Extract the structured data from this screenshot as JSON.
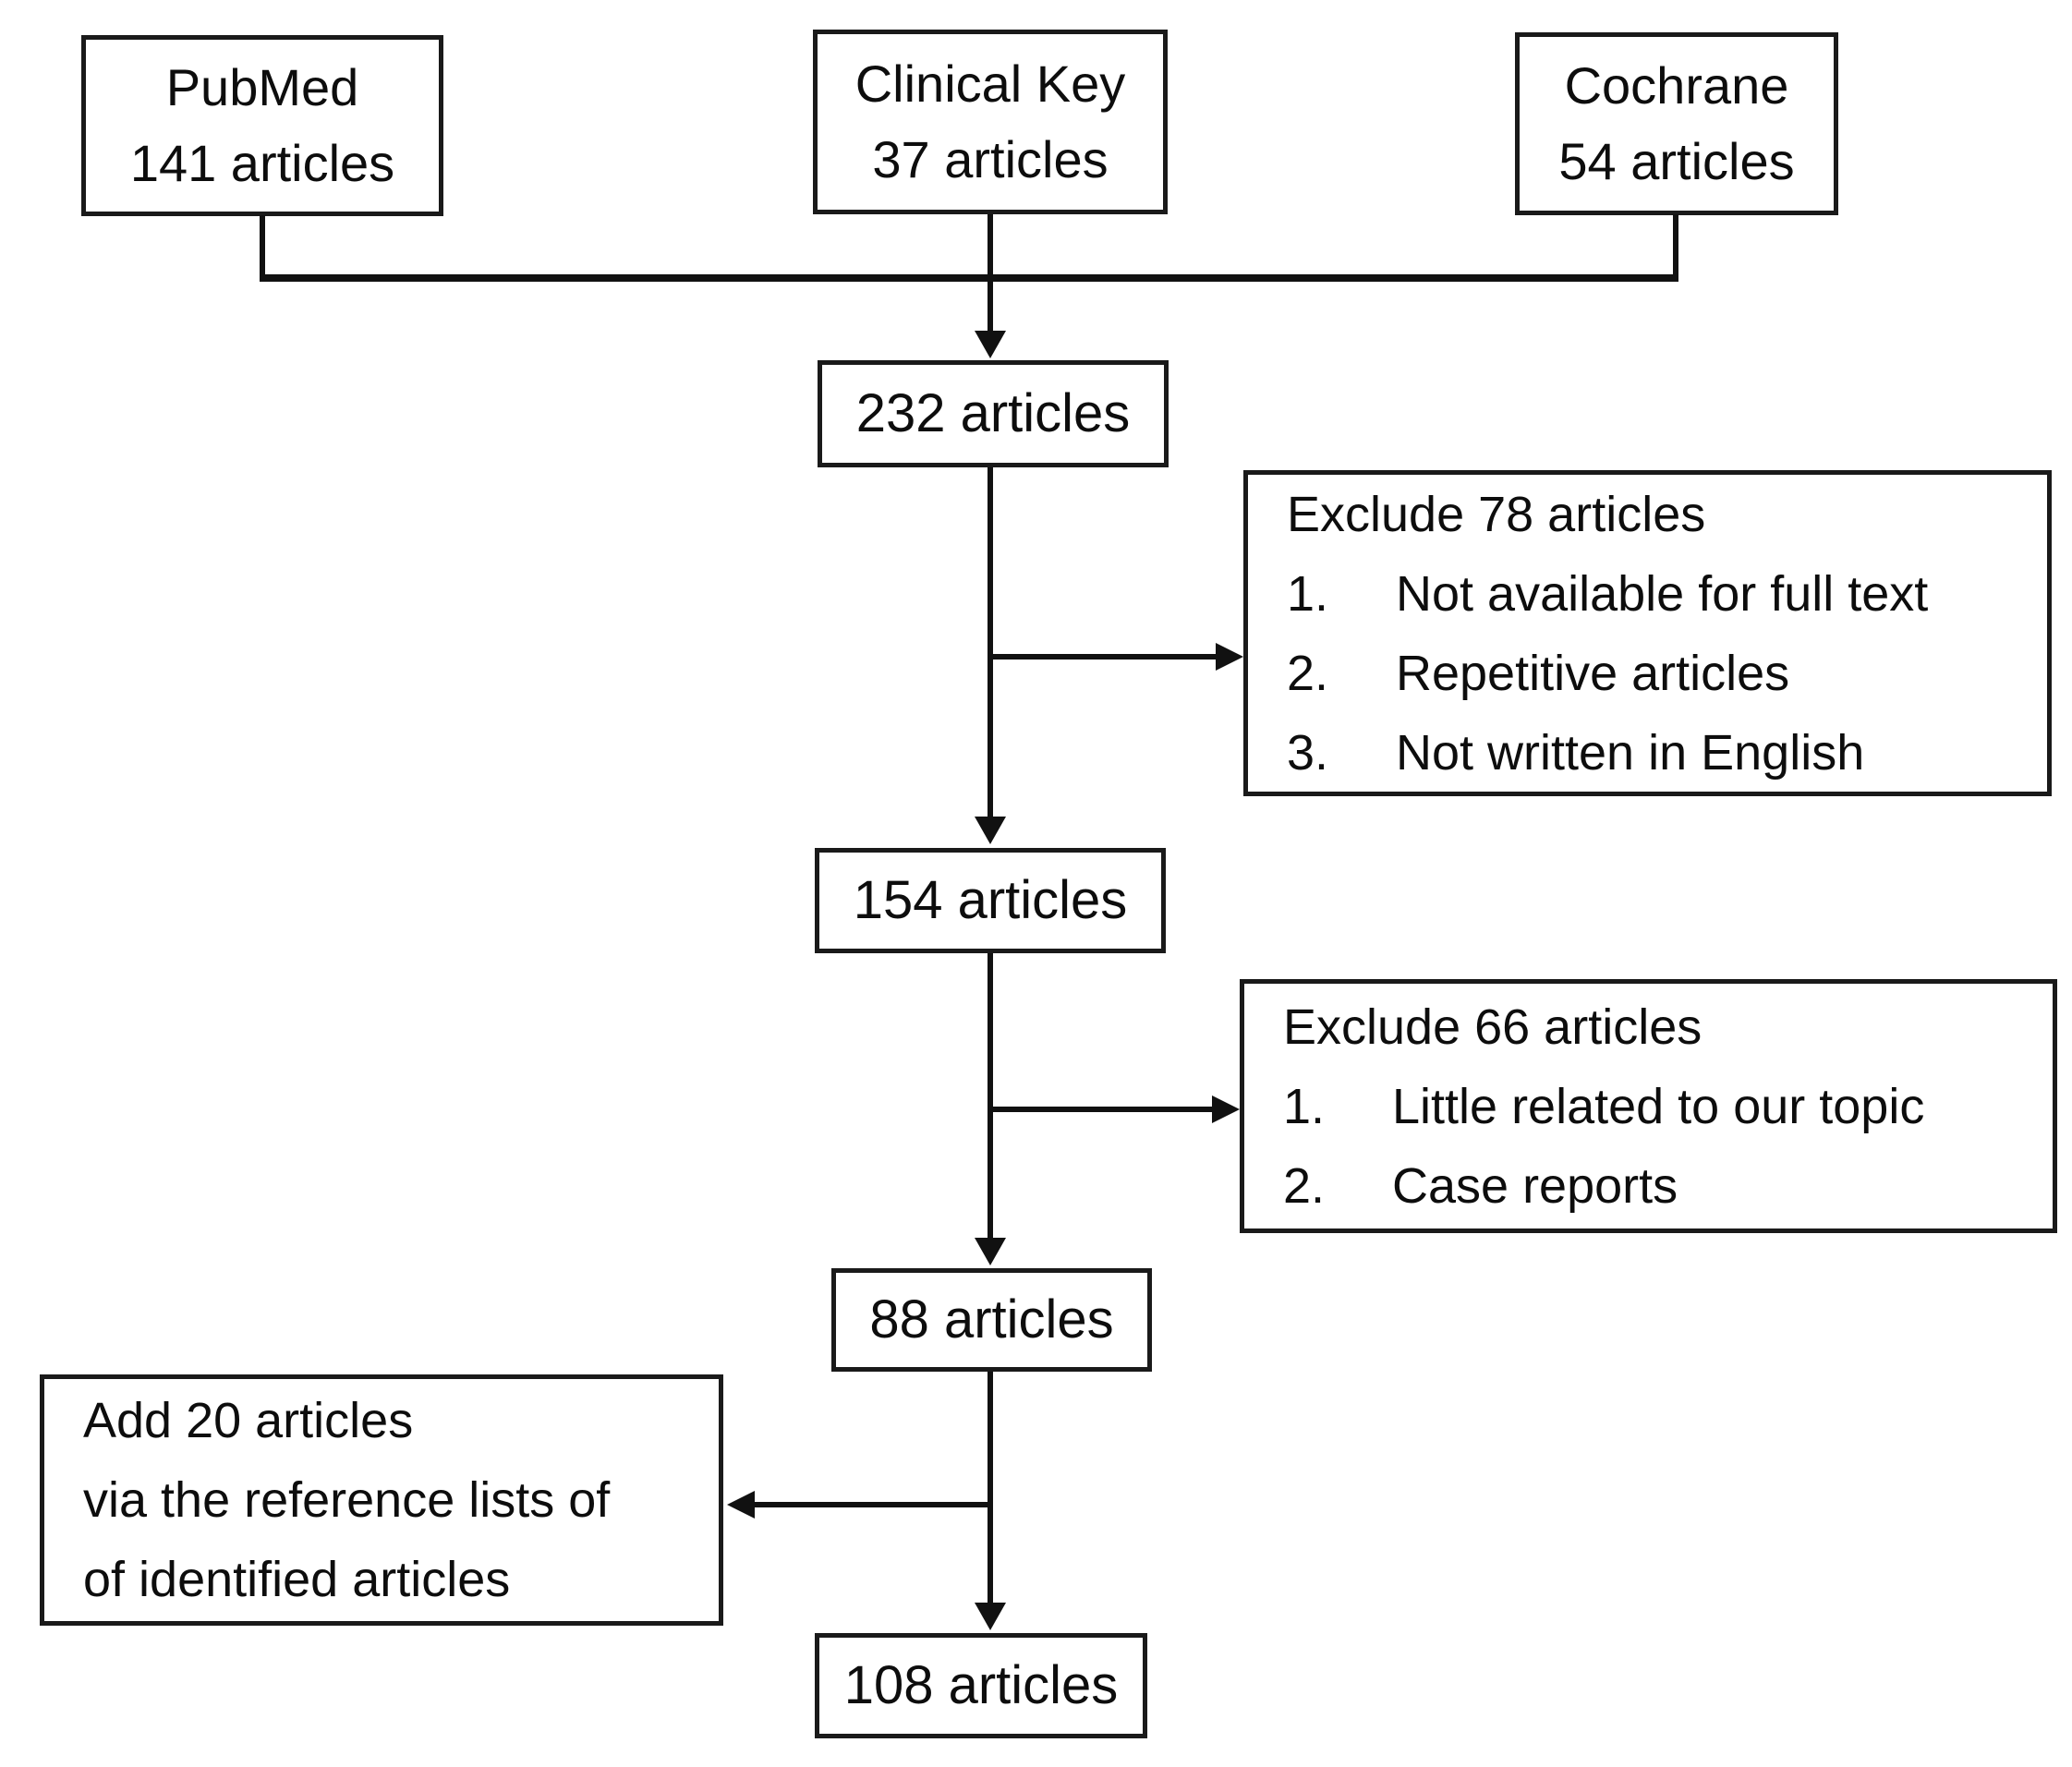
{
  "diagram": {
    "sources": [
      {
        "name": "PubMed",
        "count": "141 articles"
      },
      {
        "name": "Clinical Key",
        "count": "37 articles"
      },
      {
        "name": "Cochrane",
        "count": "54 articles"
      }
    ],
    "stages": {
      "pooled": "232 articles",
      "after_first_exclusion": "154 articles",
      "after_second_exclusion": "88 articles",
      "final": "108 articles"
    },
    "exclusion1": {
      "title": "Exclude 78 articles",
      "items": [
        {
          "num": "1.",
          "text": "Not available for full text"
        },
        {
          "num": "2.",
          "text": "Repetitive articles"
        },
        {
          "num": "3.",
          "text": "Not written in English"
        }
      ]
    },
    "exclusion2": {
      "title": "Exclude 66 articles",
      "items": [
        {
          "num": "1.",
          "text": "Little related to our topic"
        },
        {
          "num": "2.",
          "text": "Case reports"
        }
      ]
    },
    "addition": {
      "line1": "Add 20 articles",
      "line2": "via the reference lists of",
      "line3": "of identified articles"
    },
    "colors": {
      "line": "#111111",
      "border": "#1a1a1a",
      "text": "#0d0d0d",
      "background": "#ffffff"
    }
  }
}
